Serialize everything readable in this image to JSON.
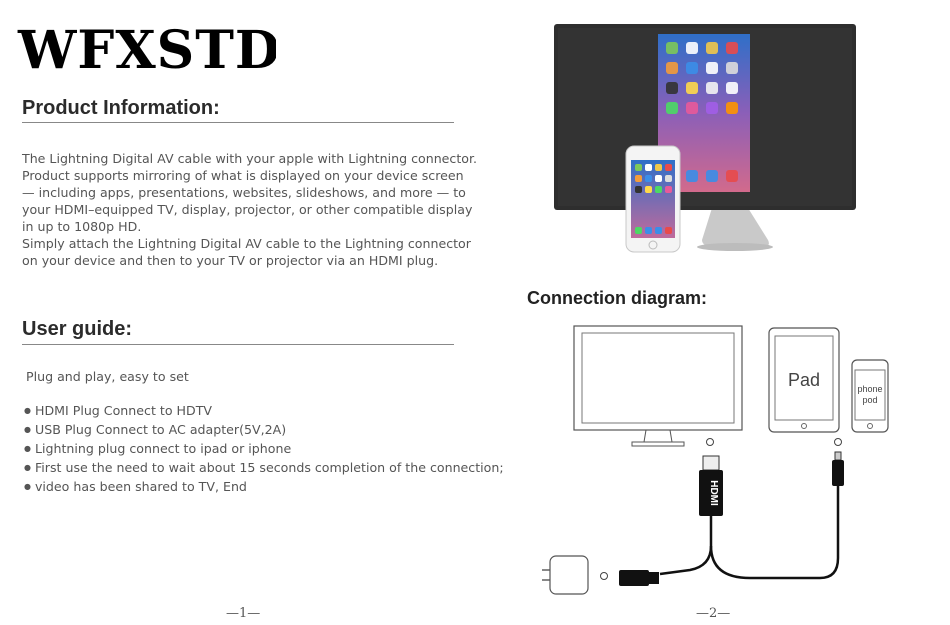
{
  "brand": {
    "logo_text": "WFXSTD"
  },
  "left_page": {
    "product_info": {
      "heading": "Product Information:",
      "lines": [
        "The Lightning Digital AV cable with  your apple with Lightning connector.",
        "Product supports mirroring of what  is displayed  on  your device screen",
        "— including apps,  presentations, websites,  slideshows, and more — to",
        "your HDMI–equipped TV, display,  projector, or other compatible display",
        "in up to 1080p HD.",
        "Simply attach the Lightning  Digital AV cable to the Lightning connector",
        "on your device and then to your TV or projector via an HDMI plug."
      ]
    },
    "user_guide": {
      "heading": "User guide:",
      "intro": "Plug and play, easy to set",
      "bullets": [
        "HDMI Plug Connect to HDTV",
        "USB Plug Connect to AC adapter(5V,2A)",
        "Lightning plug connect to ipad or iphone",
        "First use the need to wait about 15 seconds completion of the connection;",
        "video has been shared to TV, End"
      ]
    },
    "page_number": "—1—"
  },
  "right_page": {
    "diagram_heading": "Connection diagram:",
    "pad_label": "Pad",
    "phone_label_1": "phone",
    "phone_label_2": "pod",
    "hdmi_label": "HDMI",
    "page_number": "—2—"
  },
  "icon_names": [
    "monitor-icon",
    "ipad-icon",
    "iphone-icon",
    "hdmi-plug-icon",
    "lightning-plug-icon",
    "usb-plug-icon",
    "power-adapter-icon"
  ]
}
